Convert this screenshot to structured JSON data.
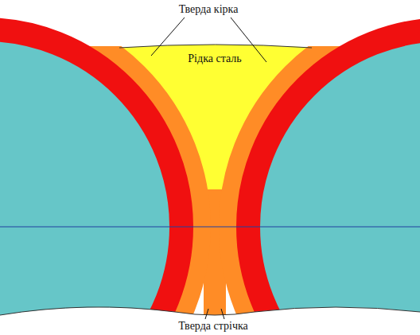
{
  "diagram": {
    "labels": [
      "Тверда кірка",
      "Рідка сталь",
      "Тверда стрічка"
    ]
  }
}
